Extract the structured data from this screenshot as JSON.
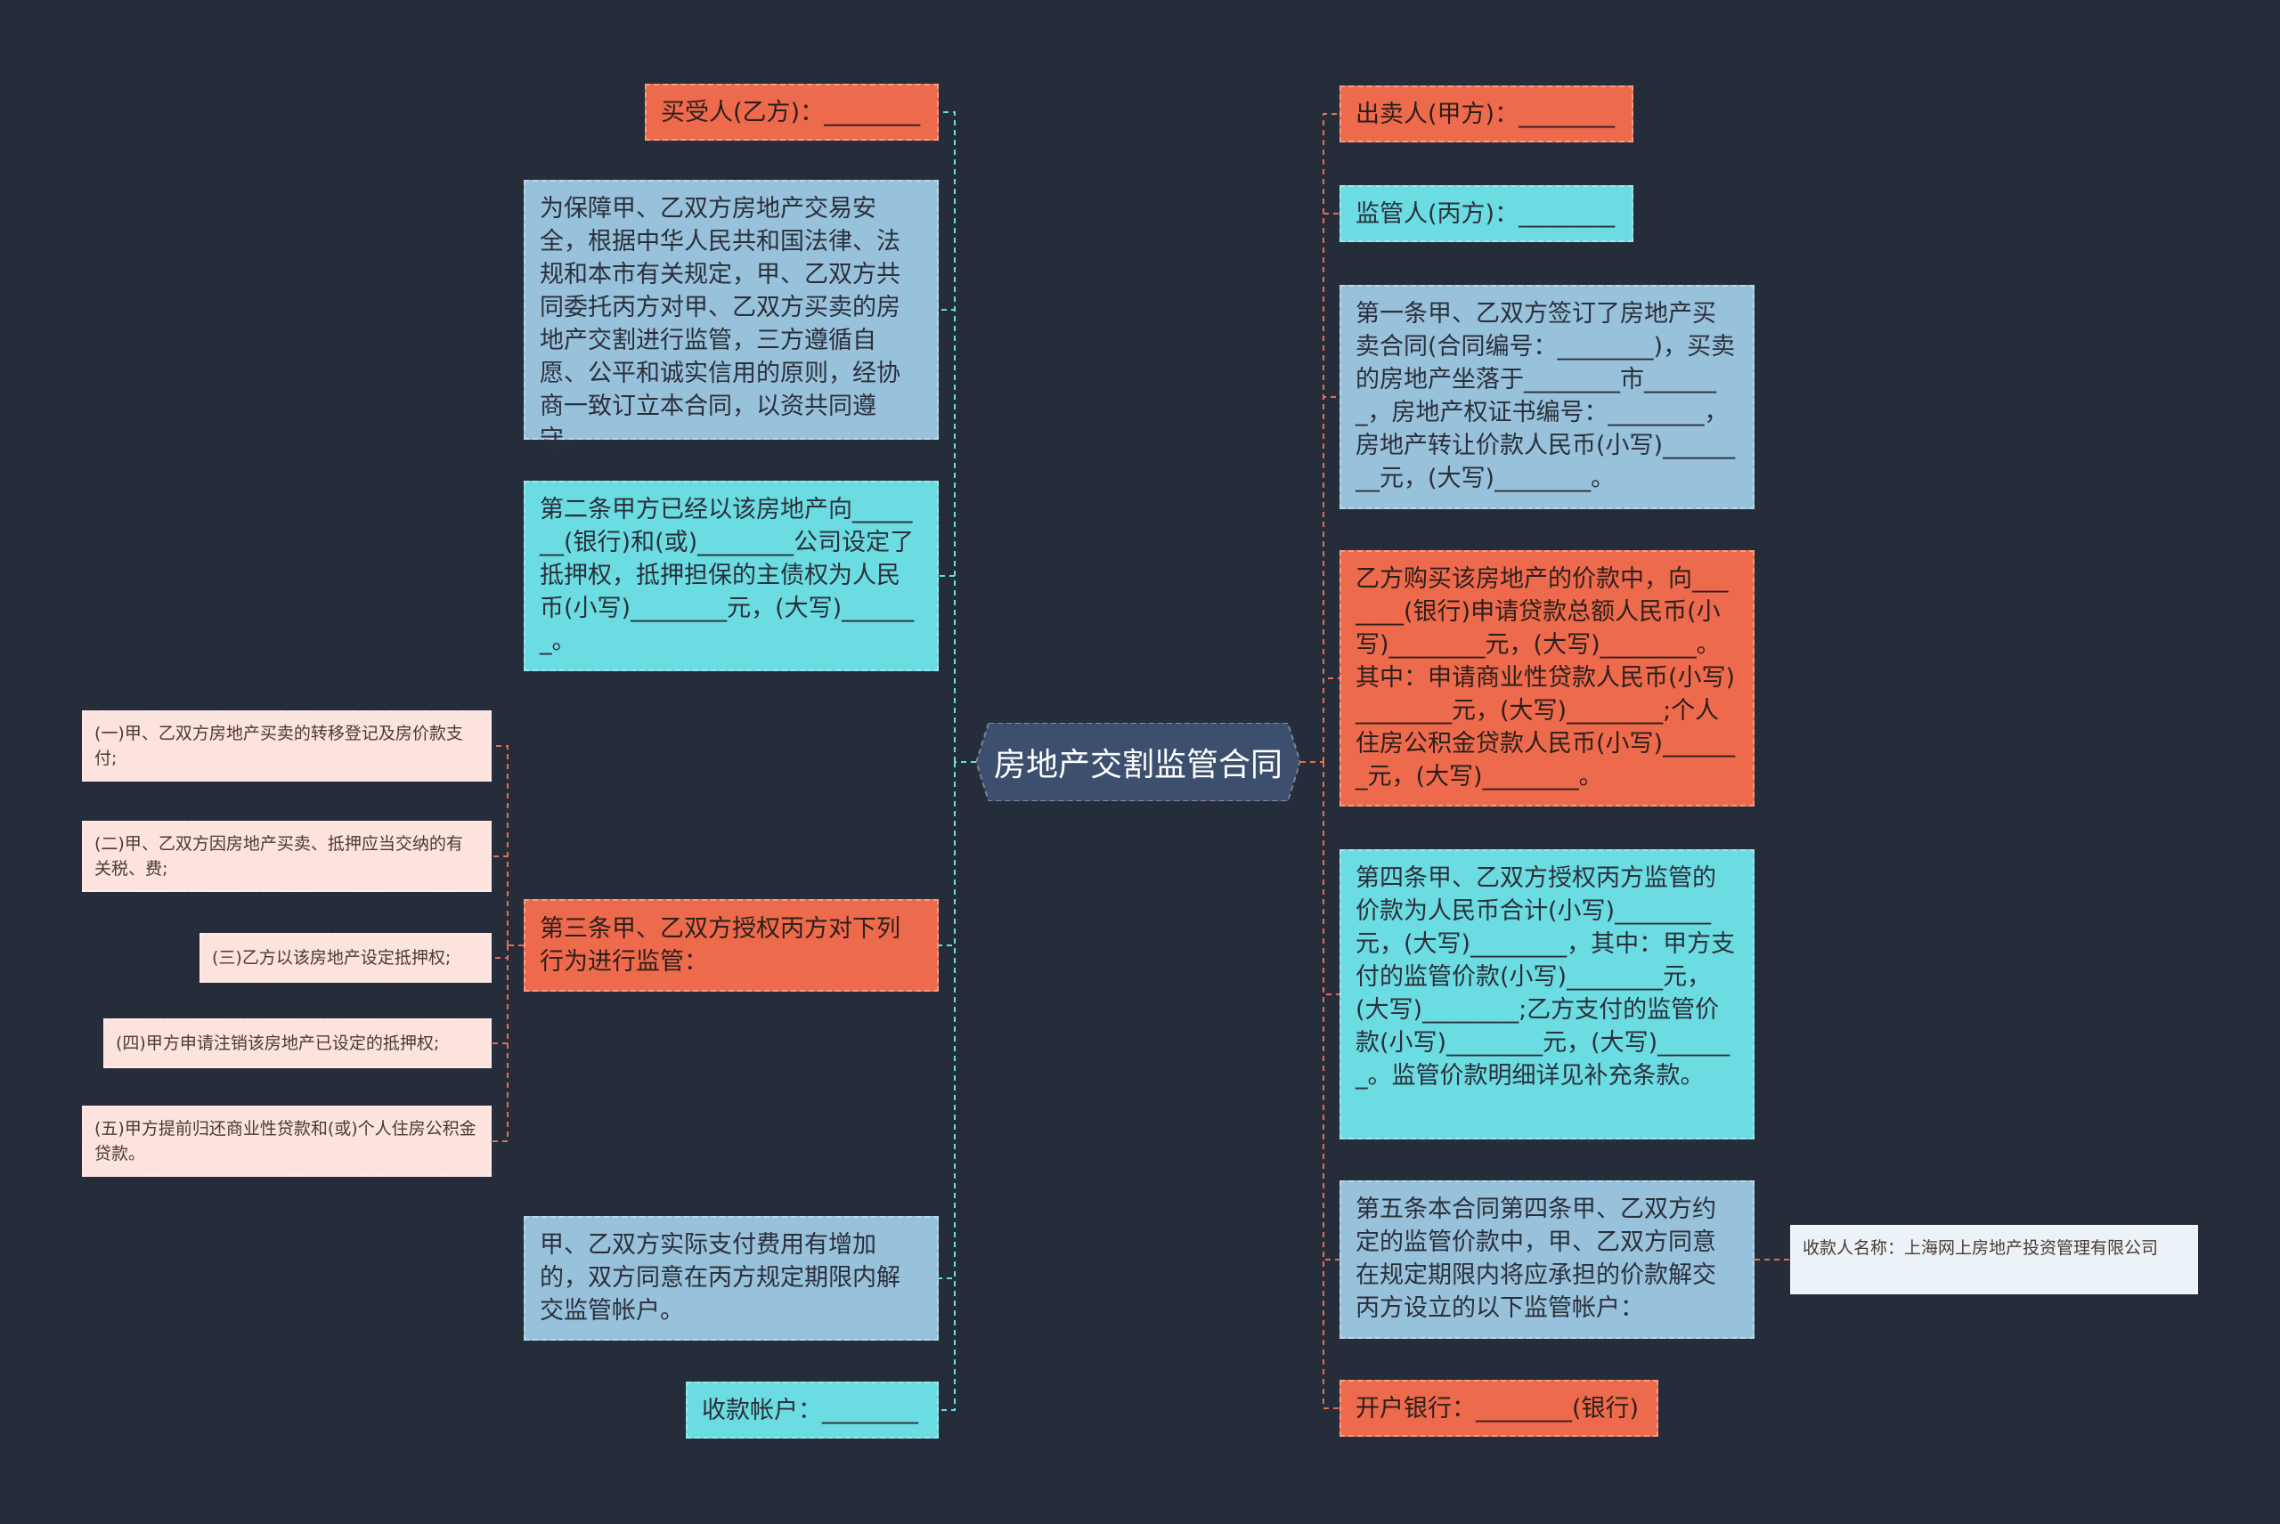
{
  "colors": {
    "background": "#252d3b",
    "root": "#3c4f6e",
    "orange": "#ee6a4d",
    "blue": "#98c2dc",
    "cyan": "#6bdde2",
    "pink": "#fde3dd",
    "white": "#ecf3f8",
    "link_left": "#6bdde2",
    "link_right": "#ee6a4d",
    "link_sub": "#ee6a4d"
  },
  "root": {
    "label": "房地产交割监管合同"
  },
  "left": [
    {
      "id": "buyer",
      "text": "买受人(乙方)：________",
      "color": "orange"
    },
    {
      "id": "purpose",
      "text": "为保障甲、乙双方房地产交易安全，根据中华人民共和国法律、法规和本市有关规定，甲、乙双方共同委托丙方对甲、乙双方买卖的房地产交割进行监管，三方遵循自愿、公平和诚实信用的原则，经协商一致订立本合同，以资共同遵守。",
      "color": "blue"
    },
    {
      "id": "art2",
      "text": "第二条甲方已经以该房地产向_______(银行)和(或)________公司设定了抵押权，抵押担保的主债权为人民币(小写)________元，(大写)_______。",
      "color": "cyan"
    },
    {
      "id": "art3",
      "text": "第三条甲、乙双方授权丙方对下列行为进行监管：",
      "color": "orange"
    },
    {
      "id": "extra",
      "text": "甲、乙双方实际支付费用有增加的，双方同意在丙方规定期限内解交监管帐户。",
      "color": "blue"
    },
    {
      "id": "account",
      "text": "收款帐户：________",
      "color": "cyan"
    }
  ],
  "art3_items": [
    {
      "text": "(一)甲、乙双方房地产买卖的转移登记及房价款支付;"
    },
    {
      "text": "(二)甲、乙双方因房地产买卖、抵押应当交纳的有关税、费;"
    },
    {
      "text": "(三)乙方以该房地产设定抵押权;"
    },
    {
      "text": "(四)甲方申请注销该房地产已设定的抵押权;"
    },
    {
      "text": "(五)甲方提前归还商业性贷款和(或)个人住房公积金贷款。"
    }
  ],
  "right": [
    {
      "id": "seller",
      "text": "出卖人(甲方)：________",
      "color": "orange"
    },
    {
      "id": "supervisor",
      "text": "监管人(丙方)：________",
      "color": "cyan"
    },
    {
      "id": "art1",
      "text": "第一条甲、乙双方签订了房地产买卖合同(合同编号：________)，买卖的房地产坐落于________市_______，房地产权证书编号：________，房地产转让价款人民币(小写)________元，(大写)________。",
      "color": "blue"
    },
    {
      "id": "loan",
      "text": "乙方购买该房地产的价款中，向_______(银行)申请贷款总额人民币(小写)________元，(大写)________。其中：申请商业性贷款人民币(小写)________元，(大写)________;个人住房公积金贷款人民币(小写)_______元，(大写)________。",
      "color": "orange"
    },
    {
      "id": "art4",
      "text": "第四条甲、乙双方授权丙方监管的价款为人民币合计(小写)________元，(大写)________，其中：甲方支付的监管价款(小写)________元，(大写)________;乙方支付的监管价款(小写)________元，(大写)_______。监管价款明细详见补充条款。",
      "color": "cyan"
    },
    {
      "id": "art5",
      "text": "第五条本合同第四条甲、乙双方约定的监管价款中，甲、乙双方同意在规定期限内将应承担的价款解交丙方设立的以下监管帐户：",
      "color": "blue"
    },
    {
      "id": "bank",
      "text": "开户银行：________(银行)",
      "color": "orange"
    }
  ],
  "art5_child": {
    "text": "收款人名称：上海网上房地产投资管理有限公司"
  }
}
